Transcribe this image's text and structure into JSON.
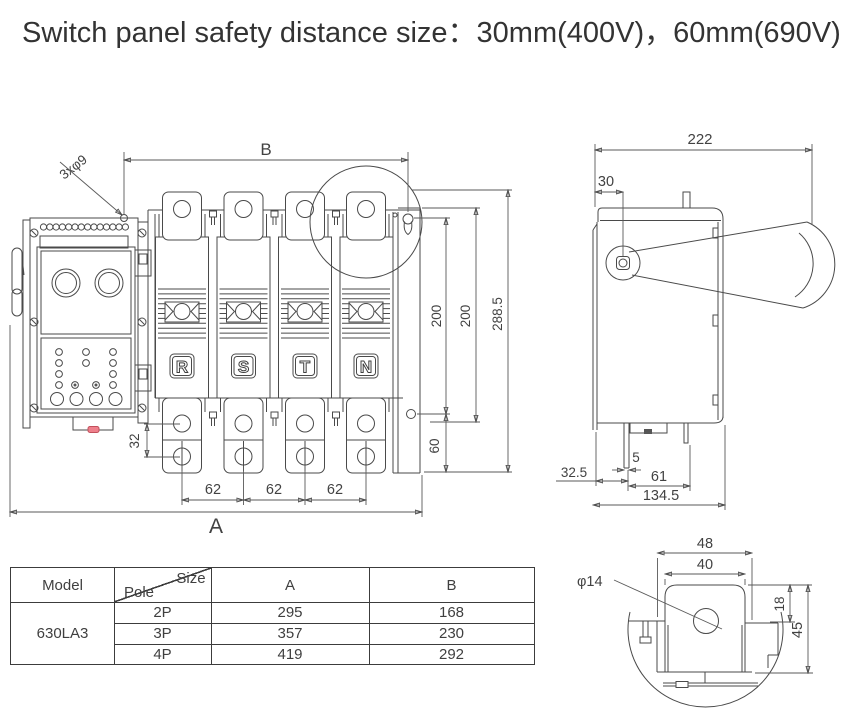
{
  "title": "Switch panel safety distance size：30mm(400V)，60mm(690V)",
  "front_view": {
    "mount_hole_label": "3xφ9",
    "pole_labels": [
      "R",
      "S",
      "T",
      "N"
    ],
    "dims": {
      "b": "B",
      "a": "A",
      "v200_inner": "200",
      "v200_outer": "200",
      "v288": "288.5",
      "v60": "60",
      "v32": "32",
      "pitch1": "62",
      "pitch2": "62",
      "pitch3": "62"
    }
  },
  "side_view": {
    "dims": {
      "depth": "222",
      "handle_offset": "30",
      "foot_offset": "32.5",
      "slot": "5",
      "foot_span": "61",
      "base_depth": "134.5"
    }
  },
  "detail_view": {
    "dims": {
      "outer_width": "48",
      "inner_width": "40",
      "hole": "φ14",
      "upper_height": "18",
      "total_height": "45"
    }
  },
  "table": {
    "headers": {
      "model": "Model",
      "size": "Size",
      "pole": "Pole",
      "a": "A",
      "b": "B"
    },
    "model": "630LA3",
    "rows": [
      {
        "pole": "2P",
        "a": "295",
        "b": "168"
      },
      {
        "pole": "3P",
        "a": "357",
        "b": "230"
      },
      {
        "pole": "4P",
        "a": "419",
        "b": "292"
      }
    ]
  },
  "colors": {
    "line": "#4a4a4a",
    "accent_red": "#ee7f8b"
  }
}
